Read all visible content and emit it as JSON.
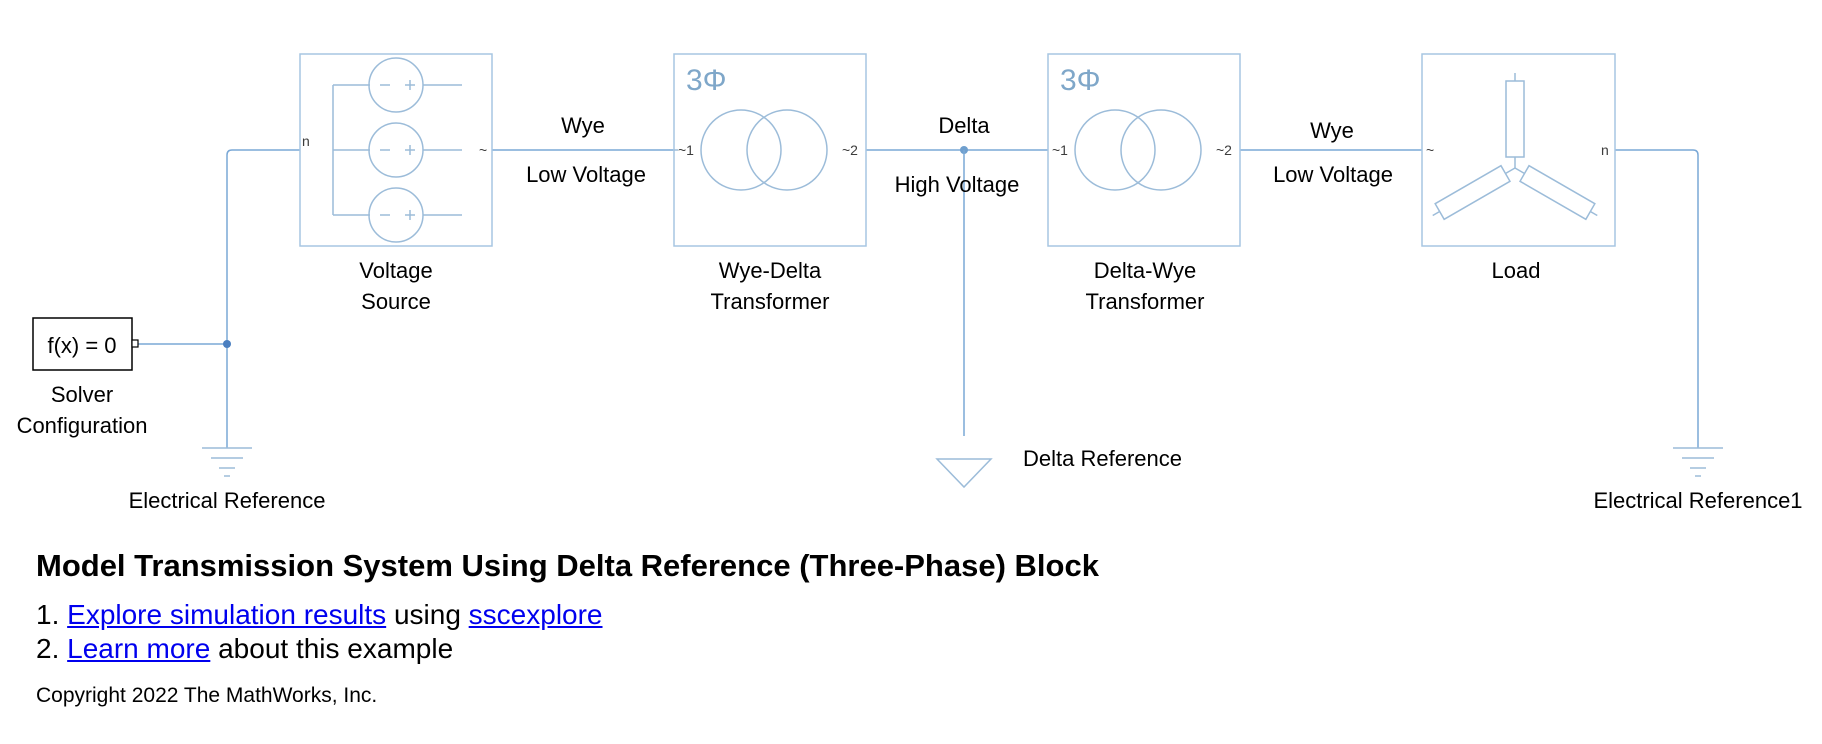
{
  "diagram": {
    "blocks": {
      "solver": {
        "text": "f(x) = 0",
        "label_lines": [
          "Solver",
          "Configuration"
        ]
      },
      "voltage_source": {
        "label_lines": [
          "Voltage",
          "Source"
        ],
        "port_n": "n",
        "port_out": "~"
      },
      "wye_delta": {
        "phase_symbol": "3Φ",
        "label_lines": [
          "Wye-Delta",
          "Transformer"
        ],
        "port_1": "~1",
        "port_2": "~2"
      },
      "delta_wye": {
        "phase_symbol": "3Φ",
        "label_lines": [
          "Delta-Wye",
          "Transformer"
        ],
        "port_1": "~1",
        "port_2": "~2"
      },
      "load": {
        "label": "Load",
        "port_in": "~",
        "port_n": "n"
      },
      "electrical_reference": {
        "label": "Electrical Reference"
      },
      "electrical_reference1": {
        "label": "Electrical Reference1"
      },
      "delta_reference": {
        "label": "Delta Reference"
      }
    },
    "annotations": {
      "wye_1": "Wye",
      "low_voltage_1": "Low Voltage",
      "delta": "Delta",
      "high_voltage": "High Voltage",
      "wye_2": "Wye",
      "low_voltage_2": "Low Voltage"
    }
  },
  "caption": {
    "title": "Model Transmission System Using Delta Reference (Three-Phase) Block",
    "item1": {
      "number": "1.",
      "link1": "Explore simulation results",
      "middle": "using",
      "link2": "sscexplore"
    },
    "item2": {
      "number": "2.",
      "link": "Learn more",
      "rest": "about this example"
    },
    "copyright": "Copyright 2022 The MathWorks, Inc."
  },
  "colors": {
    "block": "#a7c6e2",
    "wire": "#7aa8d6",
    "link": "#0000ee"
  }
}
